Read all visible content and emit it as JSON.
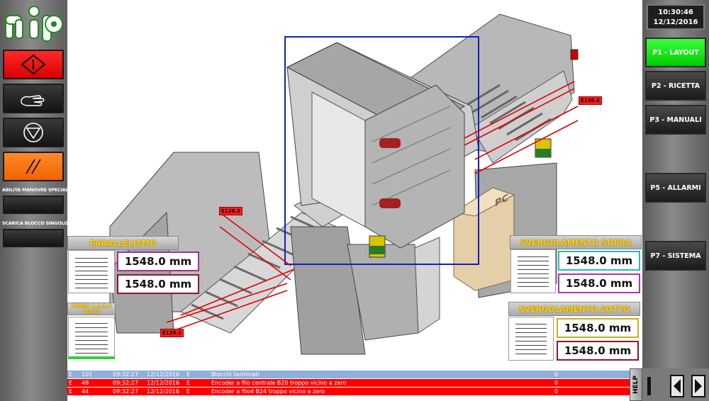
{
  "logo_text": "nip",
  "left_panel": {
    "special_label": "ABILITA MANOVRE SPECIALI",
    "scarica_label": "SCARICA BLOCCO SINGOLO"
  },
  "clock": {
    "time": "10:30:46",
    "date": "12/12/2016"
  },
  "nav_buttons": [
    "P1 - LAYOUT",
    "P2 - RICETTA",
    "P3 - MANUALI",
    "P5 - ALLARMI",
    "P7 - SISTEMA"
  ],
  "panels": {
    "parallelismo": {
      "title": "PARALLELISMO",
      "value1": "1548.0 mm",
      "value2": "1548.0 mm"
    },
    "media": {
      "title": "MEDIA 1,2,3,4 LOG.5"
    },
    "svergolamento_sopra": {
      "title": "SVERGOLAMENTO SOPRA",
      "value1": "1548.0 mm",
      "value2": "1548.0 mm"
    },
    "svergolamento_sotto": {
      "title": "SVERGOLAMENTO SOTTO",
      "value1": "1548.0 mm",
      "value2": "1548.0 mm"
    }
  },
  "tags": {
    "e136": "E136.4",
    "e128_2": "E128.2",
    "e128_1": "E128.1"
  },
  "machine_label": "PC",
  "alarms": [
    {
      "type": "E",
      "num": "101",
      "time": "09:32:27",
      "date": "12/12/2016",
      "class": "E",
      "msg": "Blocchi terminati",
      "val": "0"
    },
    {
      "type": "E",
      "num": "48",
      "time": "09:32:27",
      "date": "12/12/2016",
      "class": "E",
      "msg": "Encoder a filo centrale B20 troppo vicino a zero",
      "val": "0"
    },
    {
      "type": "E",
      "num": "44",
      "time": "09:32:27",
      "date": "12/12/2016",
      "class": "E",
      "msg": "Encoder a filo4 B24 troppo vicino a zero",
      "val": "0"
    }
  ],
  "help_label": "HELP",
  "colors": {
    "active": "#00cc00",
    "alarm_red": "#ff0000",
    "alarm_selected": "#8fb0dc",
    "panel_title_text": "#ffd200"
  }
}
